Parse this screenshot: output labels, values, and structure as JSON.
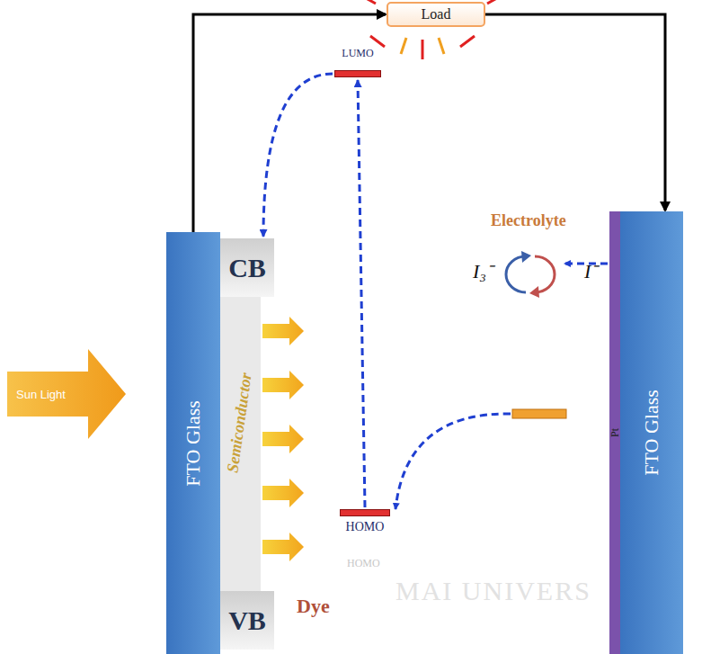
{
  "diagram": {
    "nodes": [
      {
        "text": [
          "FTO Glass"
        ]
      },
      {
        "text": [
          "CB"
        ]
      },
      {
        "text": [
          "VB"
        ]
      },
      {
        "text": [
          "Sun Light"
        ]
      },
      {
        "text": [
          "Load"
        ]
      },
      {
        "text": [
          "LUMO"
        ]
      },
      {
        "text": [
          "HOMO"
        ]
      },
      {
        "text": [
          "FTO Glass"
        ]
      },
      {
        "text": [
          "Pt"
        ]
      }
    ],
    "edges": [
      {
        "from": 0,
        "to": 4,
        "arrow": "to"
      },
      {
        "from": 4,
        "to": 7,
        "arrow": "to"
      },
      {
        "from": 5,
        "to": 1,
        "arrow": "to"
      },
      {
        "from": 6,
        "to": 5,
        "arrow": "to"
      }
    ],
    "labels": [
      "Semiconductor",
      "Electrolyte",
      "I₃⁻",
      "I⁻",
      "HOMO",
      "Dye",
      "MAI UNIVERS"
    ]
  }
}
